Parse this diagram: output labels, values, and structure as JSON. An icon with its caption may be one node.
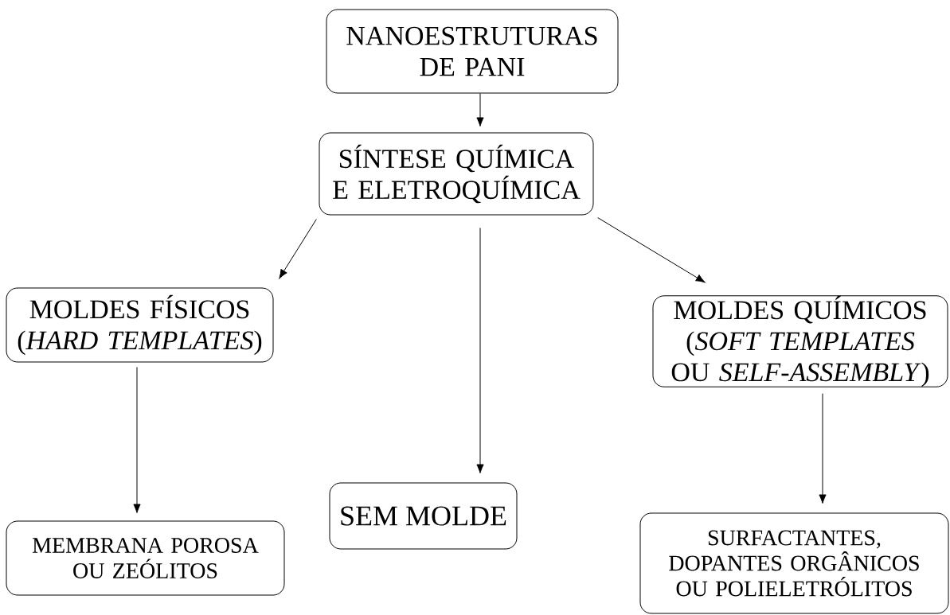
{
  "diagram": {
    "nodes": [
      {
        "text": [
          "NANOESTRUTURAS DE PANI"
        ]
      },
      {
        "text": [
          "SÍNTESE QUÍMICA E ELETROQUÍMICA"
        ]
      },
      {
        "text": [
          "MOLDES FÍSICOS (*HARD TEMPLATES*)"
        ]
      },
      {
        "text": [
          "SEM MOLDE"
        ]
      },
      {
        "text": [
          "MOLDES QUÍMICOS (*SOFT TEMPLATES* OU *SELF-ASSEMBLY*)"
        ]
      },
      {
        "text": [
          "MEMBRANA POROSA OU ZEÓLITOS"
        ]
      },
      {
        "text": [
          "SURFACTANTES, DOPANTES ORGÂNICOS OU POLIELETRÓLITOS"
        ]
      }
    ],
    "edges": [
      {
        "from": 0,
        "to": 1,
        "arrow": "to"
      },
      {
        "from": 1,
        "to": 2,
        "arrow": "to"
      },
      {
        "from": 1,
        "to": 3,
        "arrow": "to"
      },
      {
        "from": 1,
        "to": 4,
        "arrow": "to"
      },
      {
        "from": 2,
        "to": 5,
        "arrow": "to"
      },
      {
        "from": 4,
        "to": 6,
        "arrow": "to"
      }
    ]
  }
}
